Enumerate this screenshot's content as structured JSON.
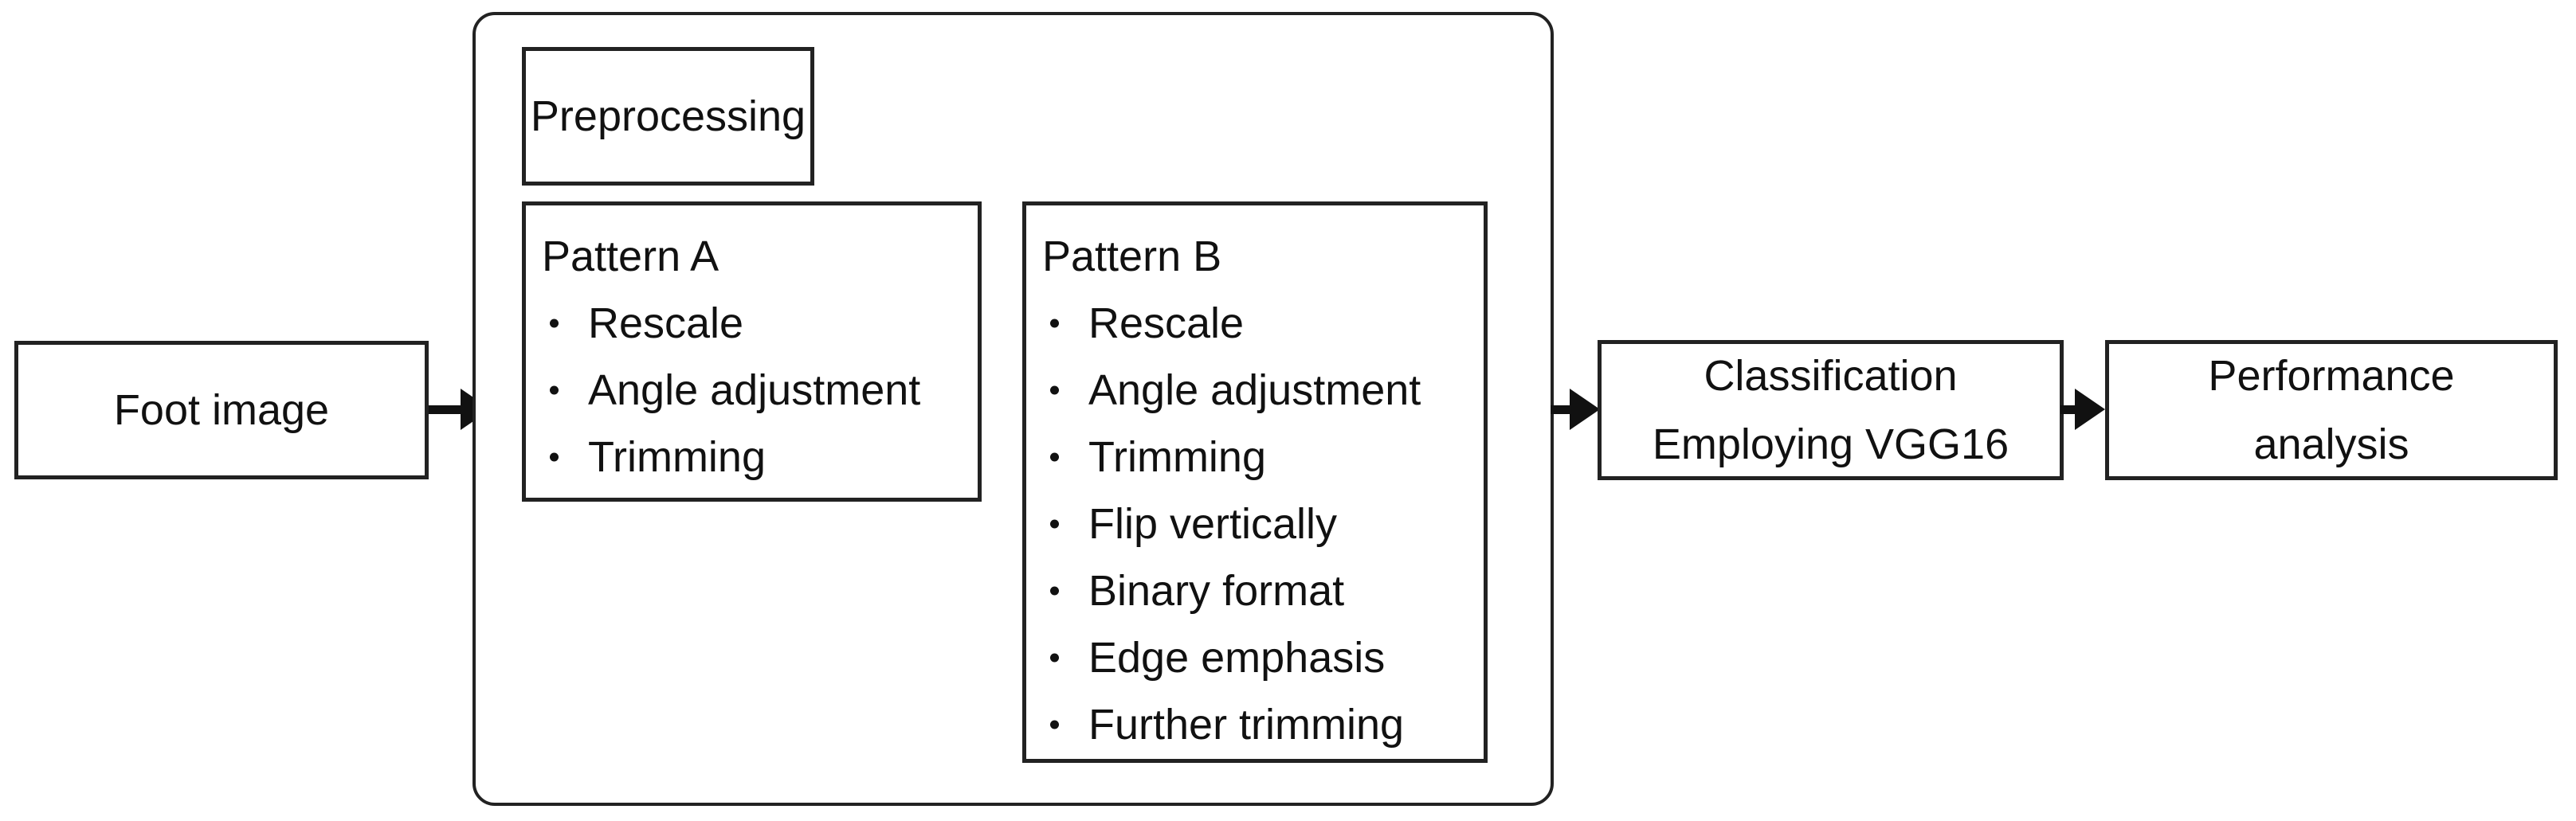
{
  "page": {
    "colors": {
      "background": "#ffffff",
      "border": "#222222",
      "text": "#111111"
    }
  },
  "flow": {
    "foot_image": {
      "label": "Foot image"
    },
    "preprocessing": {
      "title": "Preprocessing",
      "pattern_a": {
        "title": "Pattern A",
        "items": [
          "Rescale",
          "Angle adjustment",
          "Trimming"
        ]
      },
      "pattern_b": {
        "title": "Pattern B",
        "items": [
          "Rescale",
          "Angle adjustment",
          "Trimming",
          "Flip vertically",
          "Binary format",
          "Edge emphasis",
          "Further trimming"
        ]
      }
    },
    "classification": {
      "lines": [
        "Classification",
        "Employing VGG16"
      ]
    },
    "performance": {
      "lines": [
        "Performance",
        "analysis"
      ]
    }
  }
}
